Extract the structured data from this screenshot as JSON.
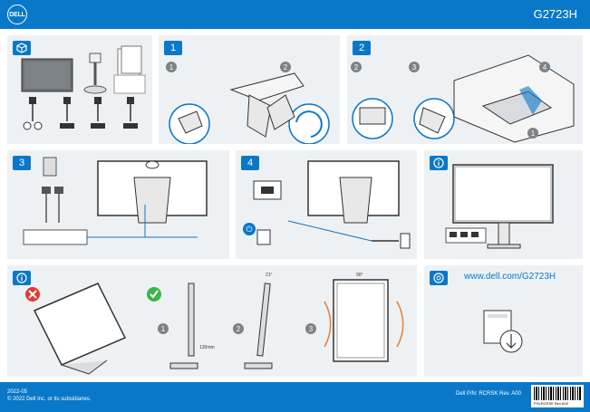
{
  "header": {
    "logo_text": "DELL",
    "model": "G2723H"
  },
  "steps": {
    "step1": "1",
    "step2": "2",
    "step3": "3",
    "step4": "4"
  },
  "callouts": {
    "one": "1",
    "two": "2",
    "three": "3",
    "four": "4"
  },
  "rotation": {
    "tilt_angle": "21°",
    "swivel_angle": "90°",
    "height": "130mm"
  },
  "website": {
    "url": "www.dell.com/G2723H"
  },
  "footer": {
    "date": "2022-05",
    "copyright": "© 2022 Dell Inc. or its subsidiaries.",
    "part_number": "Dell P/N: RCRSK Rev. A00",
    "barcode_text": "P/N:RCRSK Rev.A00"
  },
  "colors": {
    "accent": "#0a78c8",
    "panel": "#eef1f4",
    "warning": "#e03c31",
    "ok": "#3ab54a"
  }
}
